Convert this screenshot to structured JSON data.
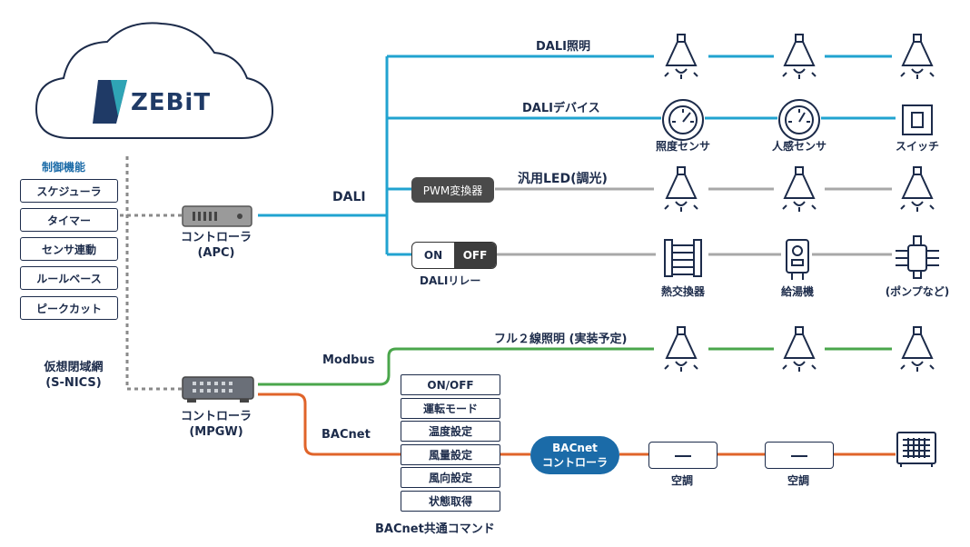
{
  "colors": {
    "dali": "#21a3d0",
    "modbus": "#4aa64b",
    "bacnet": "#e0642a",
    "gray": "#a8a8a8",
    "dotted": "#8a8a8a",
    "navy": "#1c2b4a"
  },
  "cloud": {
    "logo": "ZEBiT"
  },
  "functions": {
    "title": "制御機能",
    "items": [
      "スケジューラ",
      "タイマー",
      "センサ連動",
      "ルールベース",
      "ピークカット"
    ]
  },
  "network": {
    "line1": "仮想閉域網",
    "line2": "(S-NICS)"
  },
  "apc": {
    "line1": "コントローラ",
    "line2": "(APC)"
  },
  "mpgw": {
    "line1": "コントローラ",
    "line2": "(MPGW)"
  },
  "protocols": {
    "dali": "DALI",
    "modbus": "Modbus",
    "bacnet": "BACnet"
  },
  "branches": {
    "dali_lighting": "DALI照明",
    "dali_devices": "DALIデバイス",
    "pwm_label": "PWM変換器",
    "general_led": "汎用LED(調光)",
    "relay_on": "ON",
    "relay_off": "OFF",
    "relay_caption": "DALIリレー",
    "full2wire": "フル２線照明 (実装予定)"
  },
  "devices": {
    "illuminance": "照度センサ",
    "motion": "人感センサ",
    "switch": "スイッチ",
    "heat_exchanger": "熱交換器",
    "water_heater": "給湯機",
    "pump": "(ポンプなど)",
    "ac1": "空調",
    "ac2": "空調"
  },
  "bacnet_commands": {
    "items": [
      "ON/OFF",
      "運転モード",
      "温度設定",
      "風量設定",
      "風向設定",
      "状態取得"
    ],
    "caption": "BACnet共通コマンド"
  },
  "bacnet_controller": {
    "line1": "BACnet",
    "line2": "コントローラ"
  }
}
